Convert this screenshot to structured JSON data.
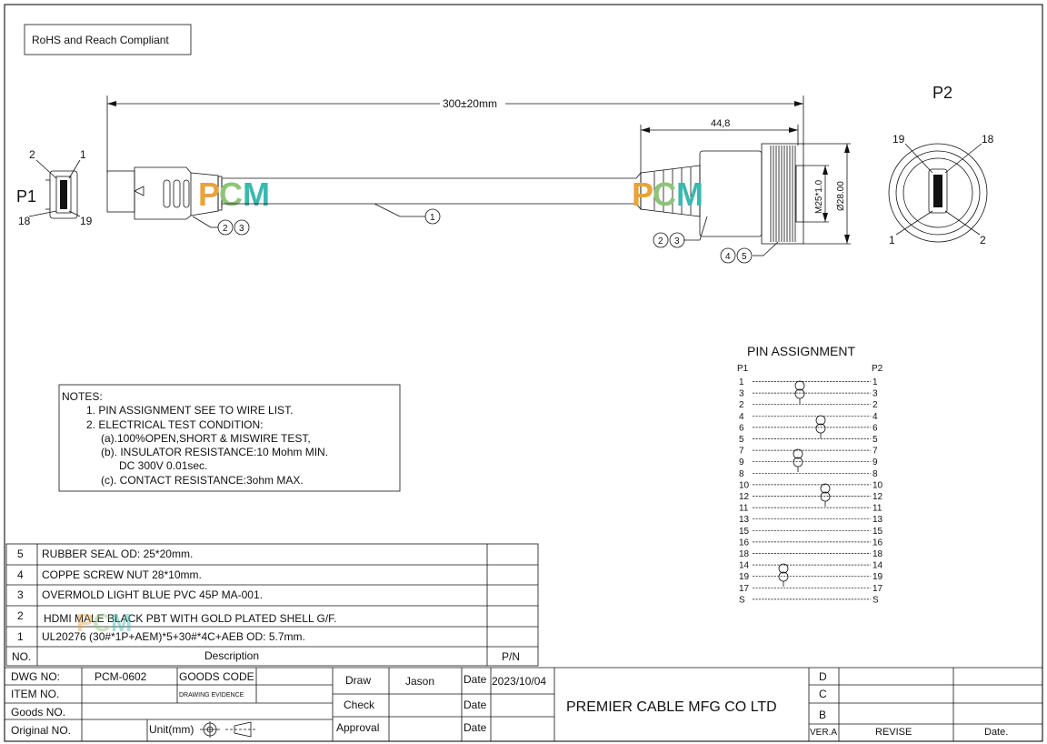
{
  "compliance": "RoHS and Reach Compliant",
  "labels": {
    "p1": "P1",
    "p2": "P2",
    "length": "300±20mm",
    "dim_44": "44,8",
    "dim_m25": "M25*1.0",
    "dim_d28": "Ø28.00",
    "p1_pins": [
      "2",
      "1",
      "18",
      "19"
    ],
    "p2_pins": [
      "19",
      "18",
      "1",
      "2"
    ],
    "balloons": [
      "1",
      "2",
      "3",
      "4",
      "5"
    ],
    "watermark": "PCM"
  },
  "notes": {
    "title": "NOTES:",
    "lines": [
      "1. PIN ASSIGNMENT SEE TO WIRE LIST.",
      "2. ELECTRICAL TEST CONDITION:",
      "(a).100%OPEN,SHORT & MISWIRE TEST,",
      "(b). INSULATOR RESISTANCE:10 Mohm MIN.",
      "DC 300V 0.01sec.",
      "(c). CONTACT RESISTANCE:3ohm MAX."
    ]
  },
  "pin_assignment": {
    "title": "PIN  ASSIGNMENT",
    "left_header": "P1",
    "right_header": "P2",
    "rows": [
      {
        "l": "1",
        "r": "1"
      },
      {
        "l": "3",
        "r": "3"
      },
      {
        "l": "2",
        "r": "2"
      },
      {
        "l": "4",
        "r": "4"
      },
      {
        "l": "6",
        "r": "6"
      },
      {
        "l": "5",
        "r": "5"
      },
      {
        "l": "7",
        "r": "7"
      },
      {
        "l": "9",
        "r": "9"
      },
      {
        "l": "8",
        "r": "8"
      },
      {
        "l": "10",
        "r": "10"
      },
      {
        "l": "12",
        "r": "12"
      },
      {
        "l": "11",
        "r": "11"
      },
      {
        "l": "13",
        "r": "13"
      },
      {
        "l": "15",
        "r": "15"
      },
      {
        "l": "16",
        "r": "16"
      },
      {
        "l": "18",
        "r": "18"
      },
      {
        "l": "14",
        "r": "14"
      },
      {
        "l": "19",
        "r": "19"
      },
      {
        "l": "17",
        "r": "17"
      },
      {
        "l": "S",
        "r": "S"
      }
    ]
  },
  "bom": {
    "header": {
      "no": "NO.",
      "description": "Description",
      "pn": "P/N"
    },
    "rows": [
      {
        "no": "5",
        "description": "RUBBER SEAL OD: 25*20mm.",
        "pn": ""
      },
      {
        "no": "4",
        "description": "COPPE SCREW NUT 28*10mm.",
        "pn": ""
      },
      {
        "no": "3",
        "description": "OVERMOLD LIGHT BLUE PVC 45P MA-001.",
        "pn": ""
      },
      {
        "no": "2",
        "description": "HDMI MALE  BLACK PBT WITH GOLD PLATED SHELL G/F.",
        "pn": ""
      },
      {
        "no": "1",
        "description": "UL20276 (30#*1P+AEM)*5+30#*4C+AEB OD: 5.7mm.",
        "pn": ""
      }
    ]
  },
  "title_block": {
    "dwg_no_label": "DWG NO:",
    "dwg_no": "PCM-0602",
    "goods_code_label": "GOODS CODE",
    "item_no_label": "ITEM NO.",
    "drawing_evidence": "DRAWING EVIDENCE",
    "goods_no_label": "Goods NO.",
    "original_no_label": "Original NO.",
    "unit_label": "Unit(mm)",
    "draw_label": "Draw",
    "draw_name": "Jason",
    "check_label": "Check",
    "approval_label": "Approval",
    "date_label": "Date",
    "date_value": "2023/10/04",
    "company": "PREMIER CABLE MFG CO LTD",
    "rev_d": "D",
    "rev_c": "C",
    "rev_b": "B",
    "ver": "VER.A",
    "revise": "REVISE",
    "date_col": "Date."
  }
}
